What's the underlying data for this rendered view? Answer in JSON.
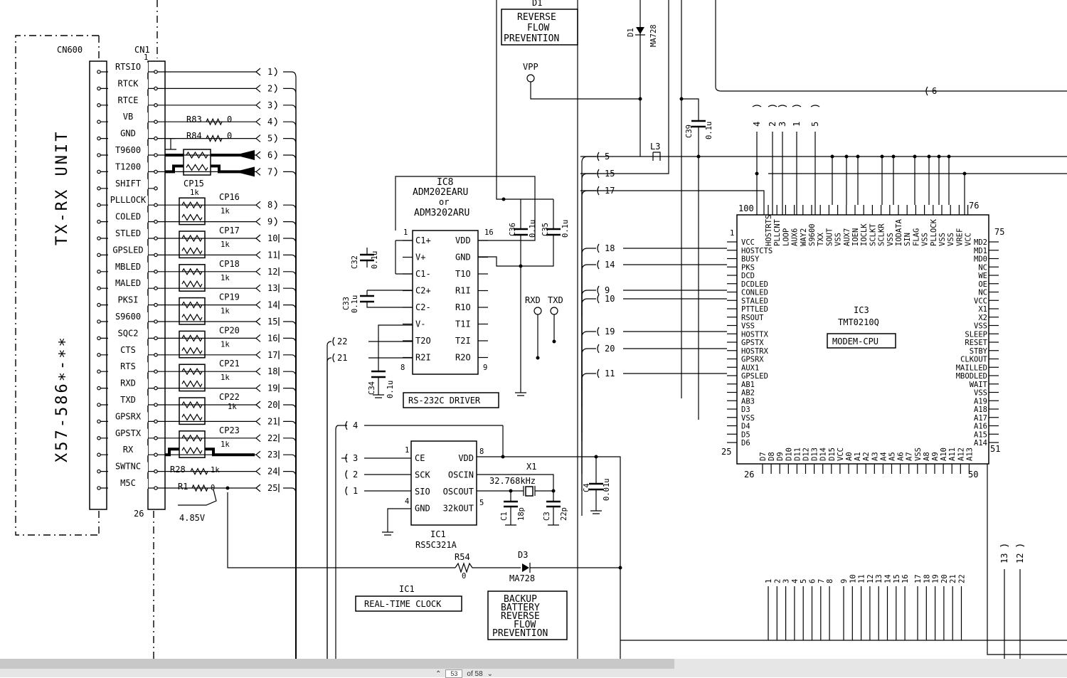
{
  "unit": {
    "name": "TX-RX UNIT",
    "part": "X57-586∗-∗∗"
  },
  "connectors": {
    "cn600": "CN600",
    "cn1": "CN1",
    "cn1_pin1": "1",
    "cn1_pin26": "26"
  },
  "cn_signals": [
    "RTSIO",
    "RTCK",
    "RTCE",
    "VB",
    "GND",
    "T9600",
    "T1200",
    "SHIFT",
    "PLLLOCK",
    "COLED",
    "STLED",
    "GPSLED",
    "MBLED",
    "MALED",
    "PKSI",
    "S9600",
    "SQC2",
    "CTS",
    "RTS",
    "RXD",
    "TXD",
    "GPSRX",
    "GPSTX",
    "RX",
    "SWTNC",
    "M5C"
  ],
  "net_labels": [
    "1",
    "2",
    "3",
    "4",
    "5",
    "6",
    "7",
    "8",
    "9",
    "10",
    "11",
    "12",
    "13",
    "14",
    "15",
    "16",
    "17",
    "18",
    "19",
    "20",
    "21",
    "22",
    "23",
    "24",
    "25"
  ],
  "resistors": {
    "r83": "R83",
    "r83_val": "0",
    "r84": "R84",
    "r84_val": "0",
    "cp15": "CP15",
    "cp15_val": "1k",
    "cp16": "CP16",
    "cp17": "CP17",
    "cp18": "CP18",
    "cp19": "CP19",
    "cp20": "CP20",
    "cp21": "CP21",
    "cp22": "CP22",
    "cp23": "CP23",
    "cp_val": "1k",
    "r28": "R28",
    "r28_val": "1k",
    "r1": "R1",
    "r1_val": "0",
    "v485": "4.85V",
    "r54": "R54",
    "r54_val": "0"
  },
  "ic8": {
    "ref": "IC8",
    "part1": "ADM202EARU",
    "or": "or",
    "part2": "ADM3202ARU",
    "left_pins": [
      "C1+",
      "V+",
      "C1-",
      "C2+",
      "C2-",
      "V-",
      "T2O",
      "R2I"
    ],
    "right_pins": [
      "VDD",
      "GND",
      "T1O",
      "R1I",
      "R1O",
      "T1I",
      "T2I",
      "R2O"
    ],
    "pin1": "1",
    "pin16": "16",
    "pin8": "8",
    "pin9": "9",
    "label": "RS-232C DRIVER"
  },
  "ic8_nets": [
    "22",
    "21"
  ],
  "caps": {
    "c32": "C32",
    "c33": "C33",
    "c34": "C34",
    "c35": "C35",
    "c36": "C36",
    "c39": "C39",
    "c1": "C1",
    "c3": "C3",
    "c4": "C4",
    "v01u": "0.1u",
    "v001u": "0.01u",
    "v18p": "18p",
    "v22p": "22p"
  },
  "ic1": {
    "ref": "IC1",
    "part": "RS5C321A",
    "left_pins": [
      "CE",
      "SCK",
      "SIO",
      "GND"
    ],
    "right_pins": [
      "VDD",
      "OSCIN",
      "OSCOUT",
      "32kOUT"
    ],
    "pin1": "1",
    "pin4": "4",
    "pin5": "5",
    "pin8": "8",
    "label_ref": "IC1",
    "label": "REAL-TIME CLOCK",
    "nets": [
      "4",
      "3",
      "2",
      "1"
    ]
  },
  "x1": {
    "ref": "X1",
    "freq": "32.768kHz"
  },
  "d1": {
    "ref": "D1",
    "part": "MA728",
    "box_ref": "D1",
    "box": [
      "REVERSE",
      "FLOW",
      "PREVENTION"
    ]
  },
  "d3": {
    "ref": "D3",
    "part": "MA728",
    "box": [
      "BACKUP",
      "BATTERY",
      "REVERSE",
      "FLOW",
      "PREVENTION"
    ]
  },
  "vpp": "VPP",
  "rxd_txd": {
    "rxd": "RXD",
    "txd": "TXD"
  },
  "l3": "L3",
  "ic3": {
    "ref": "IC3",
    "part": "TMT0210Q",
    "label": "MODEM-CPU",
    "pin1": "1",
    "pin25": "25",
    "pin26": "26",
    "pin50": "50",
    "pin51": "51",
    "pin75": "75",
    "pin76": "76",
    "pin100": "100",
    "left_pins": [
      "VCC",
      "HOSTCTS",
      "BUSY",
      "PKS",
      "DCD",
      "DCDLED",
      "CONLED",
      "STALED",
      "PTTLED",
      "RSOUT",
      "VSS",
      "HOSTTX",
      "GPSTX",
      "HOSTRX",
      "GPSRX",
      "AUX1",
      "GPSLED",
      "AB1",
      "AB2",
      "AB3",
      "D3",
      "VSS",
      "D4",
      "D5",
      "D6"
    ],
    "right_pins": [
      "MD2",
      "MD1",
      "MD0",
      "NC",
      "WE",
      "OE",
      "NC",
      "VCC",
      "X1",
      "X2",
      "VSS",
      "SLEEP",
      "RESET",
      "STBY",
      "CLKOUT",
      "MAILLED",
      "MBODLED",
      "WAIT",
      "VSS",
      "A19",
      "A18",
      "A17",
      "A16",
      "A15",
      "A14"
    ],
    "top_pins": [
      "HOSTRTS",
      "PLLCNT",
      "LOOP",
      "AUX6",
      "WAY2",
      "S9600",
      "TXX",
      "SOUT",
      "VSS",
      "AUX7",
      "IOEN",
      "IOCLK",
      "SCLKT",
      "SCLKR",
      "VSS",
      "IODATA",
      "SIN",
      "FLAG",
      "VSS",
      "PLLOCK",
      "VSS",
      "VSS",
      "VREF",
      "VCC"
    ],
    "bottom_pins": [
      "D7",
      "D8",
      "D9",
      "D10",
      "D11",
      "D12",
      "D13",
      "D14",
      "D15",
      "VCC",
      "A0",
      "A1",
      "A2",
      "A3",
      "A4",
      "A5",
      "A6",
      "A7",
      "VSS",
      "A8",
      "A9",
      "A10",
      "A11",
      "A12",
      "A13"
    ]
  },
  "ic3_nets_left": [
    "5",
    "15",
    "17",
    "18",
    "14",
    "9",
    "10",
    "19",
    "20",
    "11"
  ],
  "ic3_nets_top": [
    "4",
    "2",
    "3",
    "1",
    "5",
    "6"
  ],
  "bus_numbers": [
    "1",
    "2",
    "3",
    "4",
    "5",
    "6",
    "7",
    "8",
    "9",
    "10",
    "11",
    "12",
    "13",
    "14",
    "15",
    "16",
    "17",
    "18",
    "19",
    "20",
    "21",
    "22"
  ],
  "ic3_nets_bottom": [
    "13",
    "12"
  ],
  "pager": {
    "page": "53",
    "of_label": "of 58"
  }
}
